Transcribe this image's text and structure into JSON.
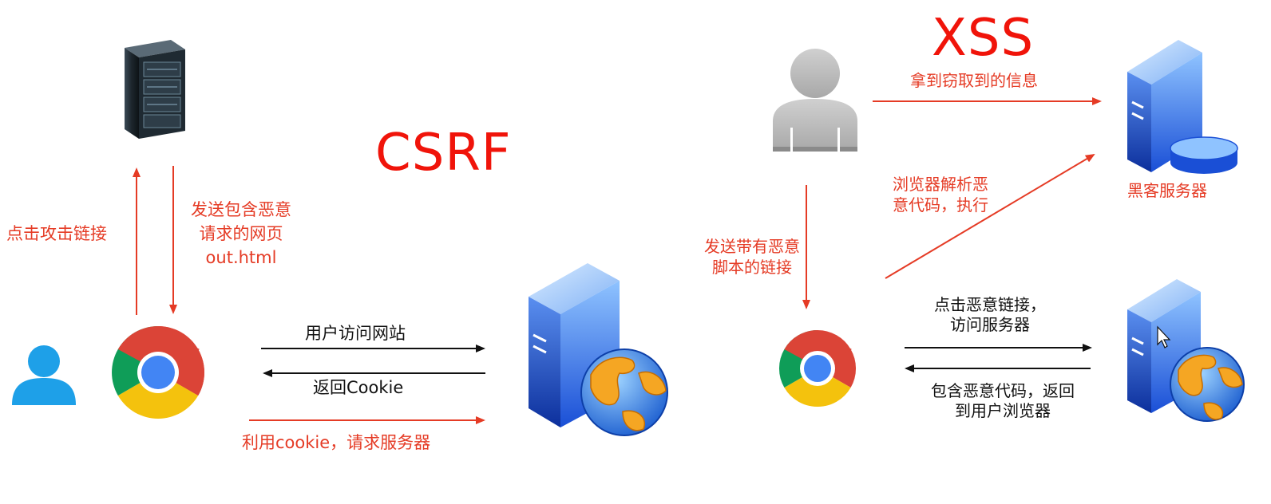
{
  "csrf": {
    "title": "CSRF",
    "labels": {
      "click_attack_link": "点击攻击链接",
      "send_page_line1": "发送包含恶意",
      "send_page_line2": "请求的网页",
      "send_page_line3": "out.html",
      "user_visit": "用户访问网站",
      "return_cookie": "返回Cookie",
      "use_cookie": "利用cookie，请求服务器"
    }
  },
  "xss": {
    "title": "XSS",
    "labels": {
      "get_stolen_info": "拿到窃取到的信息",
      "hacker_server": "黑客服务器",
      "browser_parse_line1": "浏览器解析恶",
      "browser_parse_line2": "意代码，执行",
      "send_script_line1": "发送带有恶意",
      "send_script_line2": "脚本的链接",
      "click_link_line1": "点击恶意链接，",
      "click_link_line2": "访问服务器",
      "return_code_line1": "包含恶意代码，返回",
      "return_code_line2": "到用户浏览器"
    }
  },
  "colors": {
    "red": "#e53b25",
    "title_red": "#f0140a",
    "black": "#111111",
    "server_blue": "#2f6fe0",
    "user_blue": "#1ea0e8"
  }
}
